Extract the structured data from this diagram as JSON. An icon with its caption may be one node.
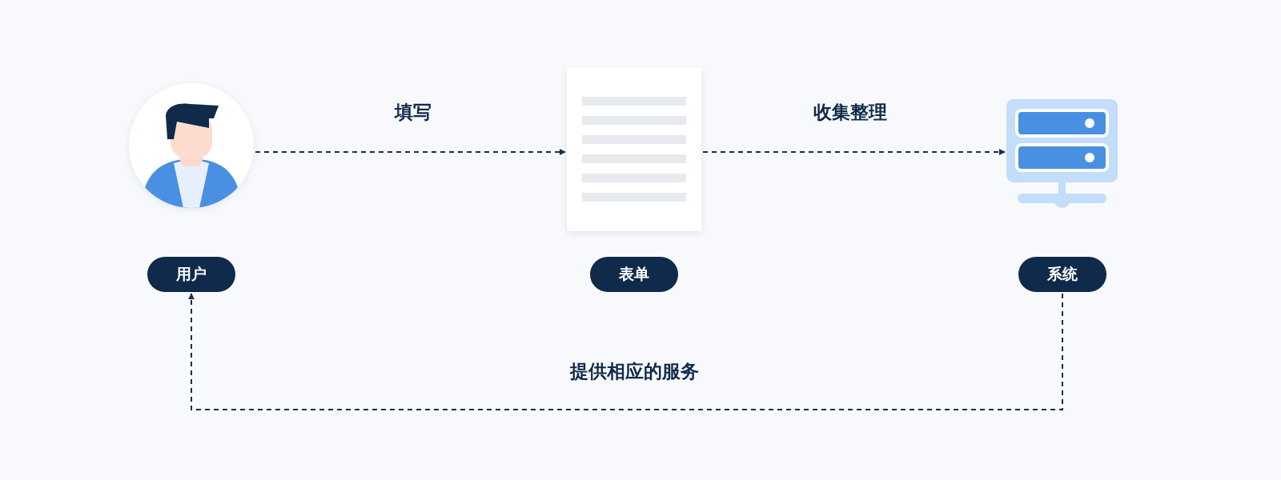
{
  "diagram": {
    "nodes": [
      {
        "text": [],
        "shape": "person"
      },
      {
        "text": [],
        "shape": "picture"
      },
      {
        "text": [],
        "shape": "picture"
      },
      {
        "text": [
          "用户"
        ]
      },
      {
        "text": [
          "表单"
        ]
      },
      {
        "text": [
          "系统"
        ]
      }
    ],
    "edges": [
      {
        "from": 0,
        "to": 1,
        "arrow": "to",
        "label": "填写",
        "style": "dashed"
      },
      {
        "from": 1,
        "to": 2,
        "arrow": "to",
        "label": "收集整理",
        "style": "dashed"
      },
      {
        "from": 5,
        "to": 3,
        "arrow": "to",
        "label": "提供相应的服务",
        "style": "dashed"
      }
    ]
  }
}
